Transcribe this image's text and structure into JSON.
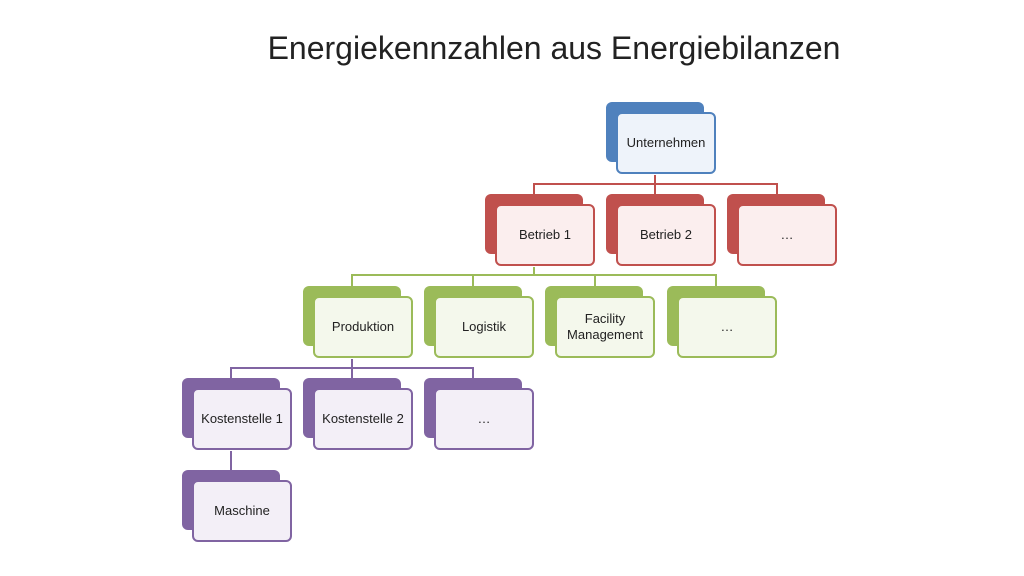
{
  "title": "Energiekennzahlen aus Energiebilanzen",
  "colors": {
    "blue": "#4f81bd",
    "red": "#c0504d",
    "green": "#9bbb59",
    "purple": "#8064a2"
  },
  "nodes": {
    "unternehmen": "Unternehmen",
    "betrieb1": "Betrieb 1",
    "betrieb2": "Betrieb 2",
    "betrieb_more": "…",
    "produktion": "Produktion",
    "logistik": "Logistik",
    "facility": "Facility Management",
    "bereich_more": "…",
    "kostenstelle1": "Kostenstelle 1",
    "kostenstelle2": "Kostenstelle 2",
    "kostenstelle_more": "…",
    "maschine": "Maschine"
  }
}
